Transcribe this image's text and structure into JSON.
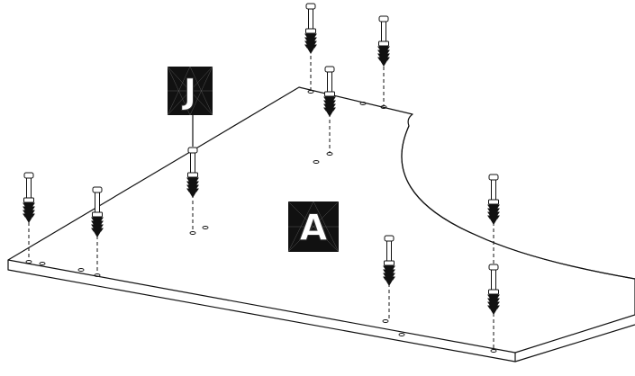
{
  "diagram": {
    "part_label_tabletop": "A",
    "part_label_connector": "J",
    "connector_count": 9,
    "colors": {
      "line": "#111111",
      "label_background": "#111111",
      "label_text": "#ffffff",
      "paper": "#ffffff"
    },
    "icons": {
      "connector": "cam-dowel-icon",
      "hole": "pre-drilled-hole-icon"
    }
  }
}
